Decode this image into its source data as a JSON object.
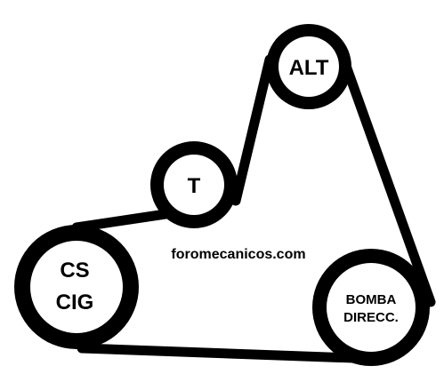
{
  "diagram": {
    "colors": {
      "belt": "#000000",
      "pulley_ring": "#000000",
      "pulley_fill": "#ffffff",
      "background": "#ffffff",
      "text": "#000000"
    },
    "watermark": "foromecanicos.com",
    "pulleys": {
      "alt": {
        "label": "ALT"
      },
      "tensioner": {
        "label": "T"
      },
      "crankshaft": {
        "label_line1": "CS",
        "label_line2": "CIG"
      },
      "power_steering": {
        "label_line1": "BOMBA",
        "label_line2": "DIRECC."
      }
    }
  }
}
